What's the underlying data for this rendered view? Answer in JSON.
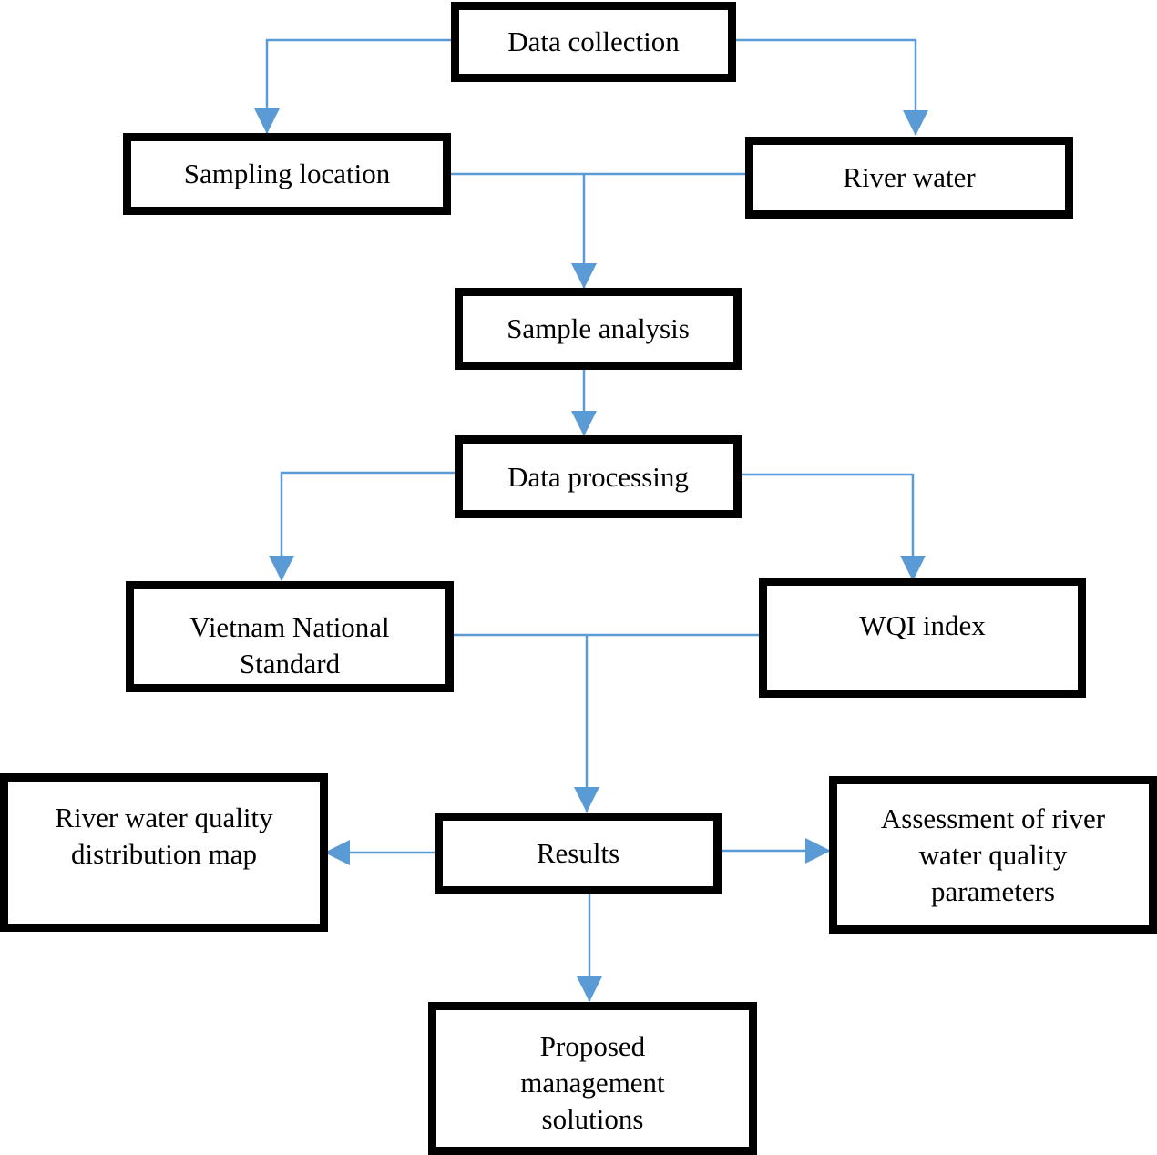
{
  "colors": {
    "box_border": "#000000",
    "connector": "#5b9bd5",
    "background": "#ffffff"
  },
  "boxes": {
    "data_collection": "Data collection",
    "sampling_location": "Sampling location",
    "river_water": "River water",
    "sample_analysis": "Sample analysis",
    "data_processing": "Data processing",
    "vietnam_standard": [
      "Vietnam National",
      "Standard"
    ],
    "wqi_index": "WQI index",
    "results": "Results",
    "quality_map": [
      "River water quality",
      "distribution map"
    ],
    "assessment": [
      "Assessment of river",
      "water quality",
      "parameters"
    ],
    "proposed": [
      "Proposed",
      "management",
      "solutions"
    ]
  }
}
